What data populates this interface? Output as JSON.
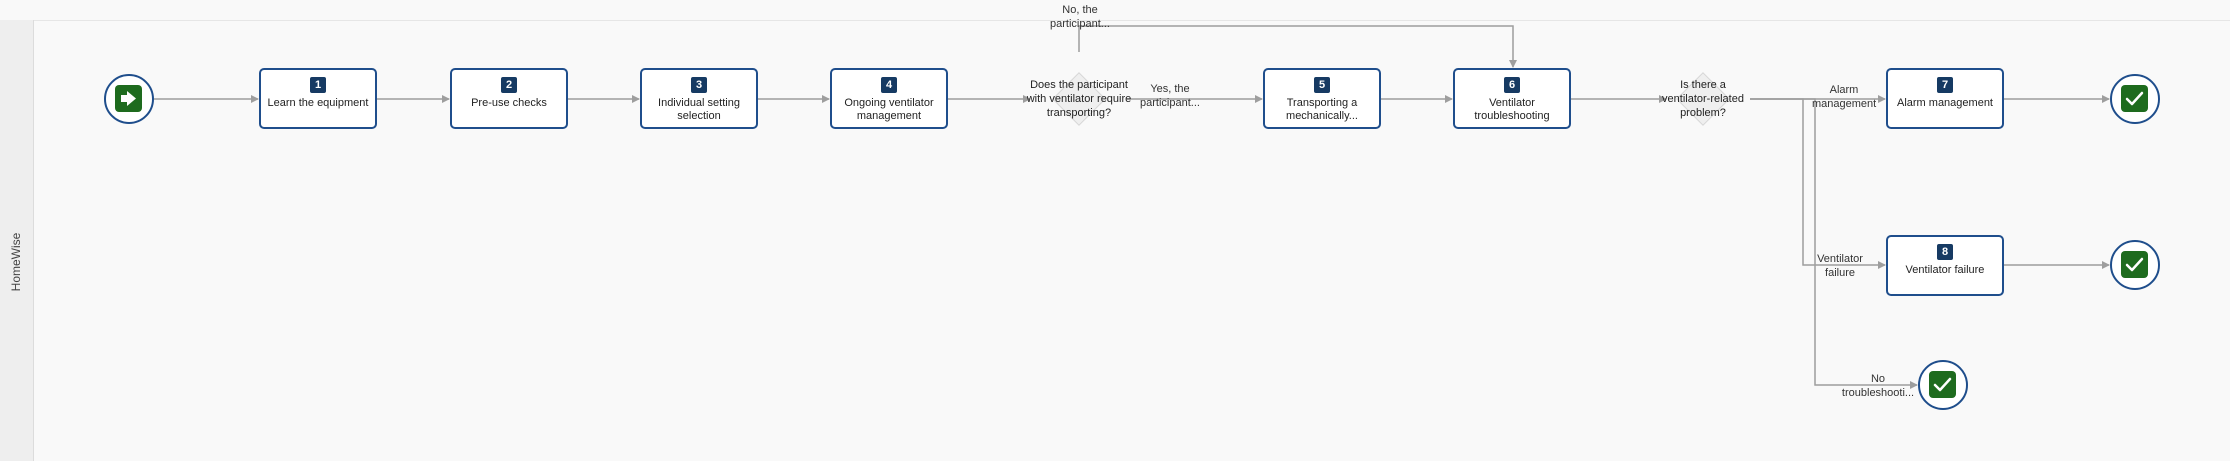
{
  "lane": {
    "label": "HomeWise"
  },
  "tasks": [
    {
      "number": "1",
      "label": "Learn the equipment"
    },
    {
      "number": "2",
      "label": "Pre-use checks"
    },
    {
      "number": "3",
      "label": "Individual setting selection"
    },
    {
      "number": "4",
      "label": "Ongoing ventilator management"
    },
    {
      "number": "5",
      "label": "Transporting a mechanically..."
    },
    {
      "number": "6",
      "label": "Ventilator troubleshooting"
    },
    {
      "number": "7",
      "label": "Alarm management"
    },
    {
      "number": "8",
      "label": "Ventilator failure"
    }
  ],
  "gateways": [
    {
      "label": "Does the participant with ventilator require transporting?"
    },
    {
      "label": "Is there a ventilator-related problem?"
    }
  ],
  "flow_labels": {
    "no_participant": "No, the participant...",
    "yes_participant": "Yes, the participant...",
    "alarm_management": "Alarm management",
    "ventilator_failure": "Ventilator failure",
    "no_troubleshooting": "No troubleshooti..."
  },
  "colors": {
    "task_border": "#1f4e8c",
    "badge": "#163a63",
    "event_fill": "#1e6b1e",
    "connector": "#9e9e9e"
  },
  "icons": {
    "start_event": "arrow-right-icon",
    "end_event": "check-icon"
  }
}
